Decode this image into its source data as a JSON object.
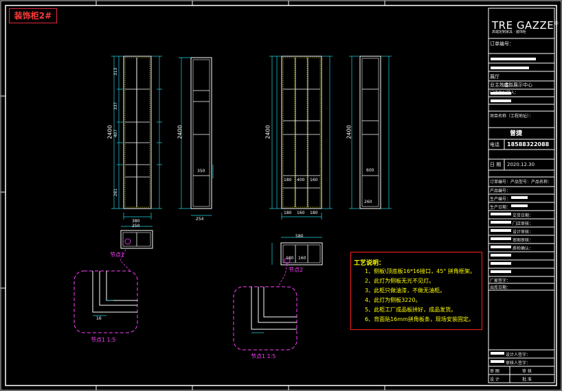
{
  "drawing_tag": "装饰柜2#",
  "brand": {
    "name": "TRE GAZZE",
    "registered": "®",
    "tagline": "高端定制家具 · 装饰柜"
  },
  "title_block": {
    "order_no_label": "订单编号：",
    "field_company": "展厅",
    "field_customer": "业主姓名：",
    "field_center": "虚拟展示中心",
    "field_address": "门店地址输入：",
    "field_project": "项目名称（工程地址）：",
    "designer": "曾捷",
    "phone_label": "电话",
    "phone": "18588322088",
    "date_label": "日  期",
    "date": "2020.12.30",
    "product_line": "订单编号：产品型号：产品名称：",
    "rows": [
      "产品编号：",
      "生产编号：",
      "生产日期：",
      "交货日期：",
      "门店审核：",
      "设计审核：",
      "审图审核：",
      "质检确认：",
      "厂家签字：",
      "出库日期："
    ],
    "bottom_rows": [
      "设计人签字：",
      "审核人签字：",
      "审  图",
      "设  计"
    ],
    "bottom_right": [
      "审 核",
      "批 准"
    ]
  },
  "notes": {
    "title": "工艺说明：",
    "items": [
      "1、侧板\\顶底板16*16接口，45° 拼角框架。",
      "2、此灯为侧板无光不见灯。",
      "3、此柜只做油漆，不做无油柜。",
      "4、此灯为侧板3220。",
      "5、此柜工厂成品板拼好，成品发货。",
      "6、背面贴16mm拼角板条，现场安装固定。"
    ]
  },
  "details": {
    "detail1_tag": "节点1",
    "detail1_caption": "节点1 1:5",
    "detail2_tag": "节点2",
    "detail2_caption": "节点1 1:5"
  },
  "dimensions": {
    "a_total": "2400",
    "a_width": "380",
    "a_depth": "250",
    "a_side_h": "2400",
    "a_side_d": "254",
    "b_total": "2400",
    "b_w1": "180",
    "b_w2": "160",
    "b_w3": "180",
    "b_side_h": "2400",
    "b_side_d": "260",
    "c_w": "180",
    "c_d": "160",
    "c_plan": "580",
    "small": "16",
    "shelf_a": "313",
    "shelf_b": "337",
    "shelf_c": "407",
    "shelf_d": "281",
    "shelf_e": "600",
    "sec_a": "350",
    "sec_b": "400",
    "sec_c": "180",
    "sec_d": "160"
  }
}
